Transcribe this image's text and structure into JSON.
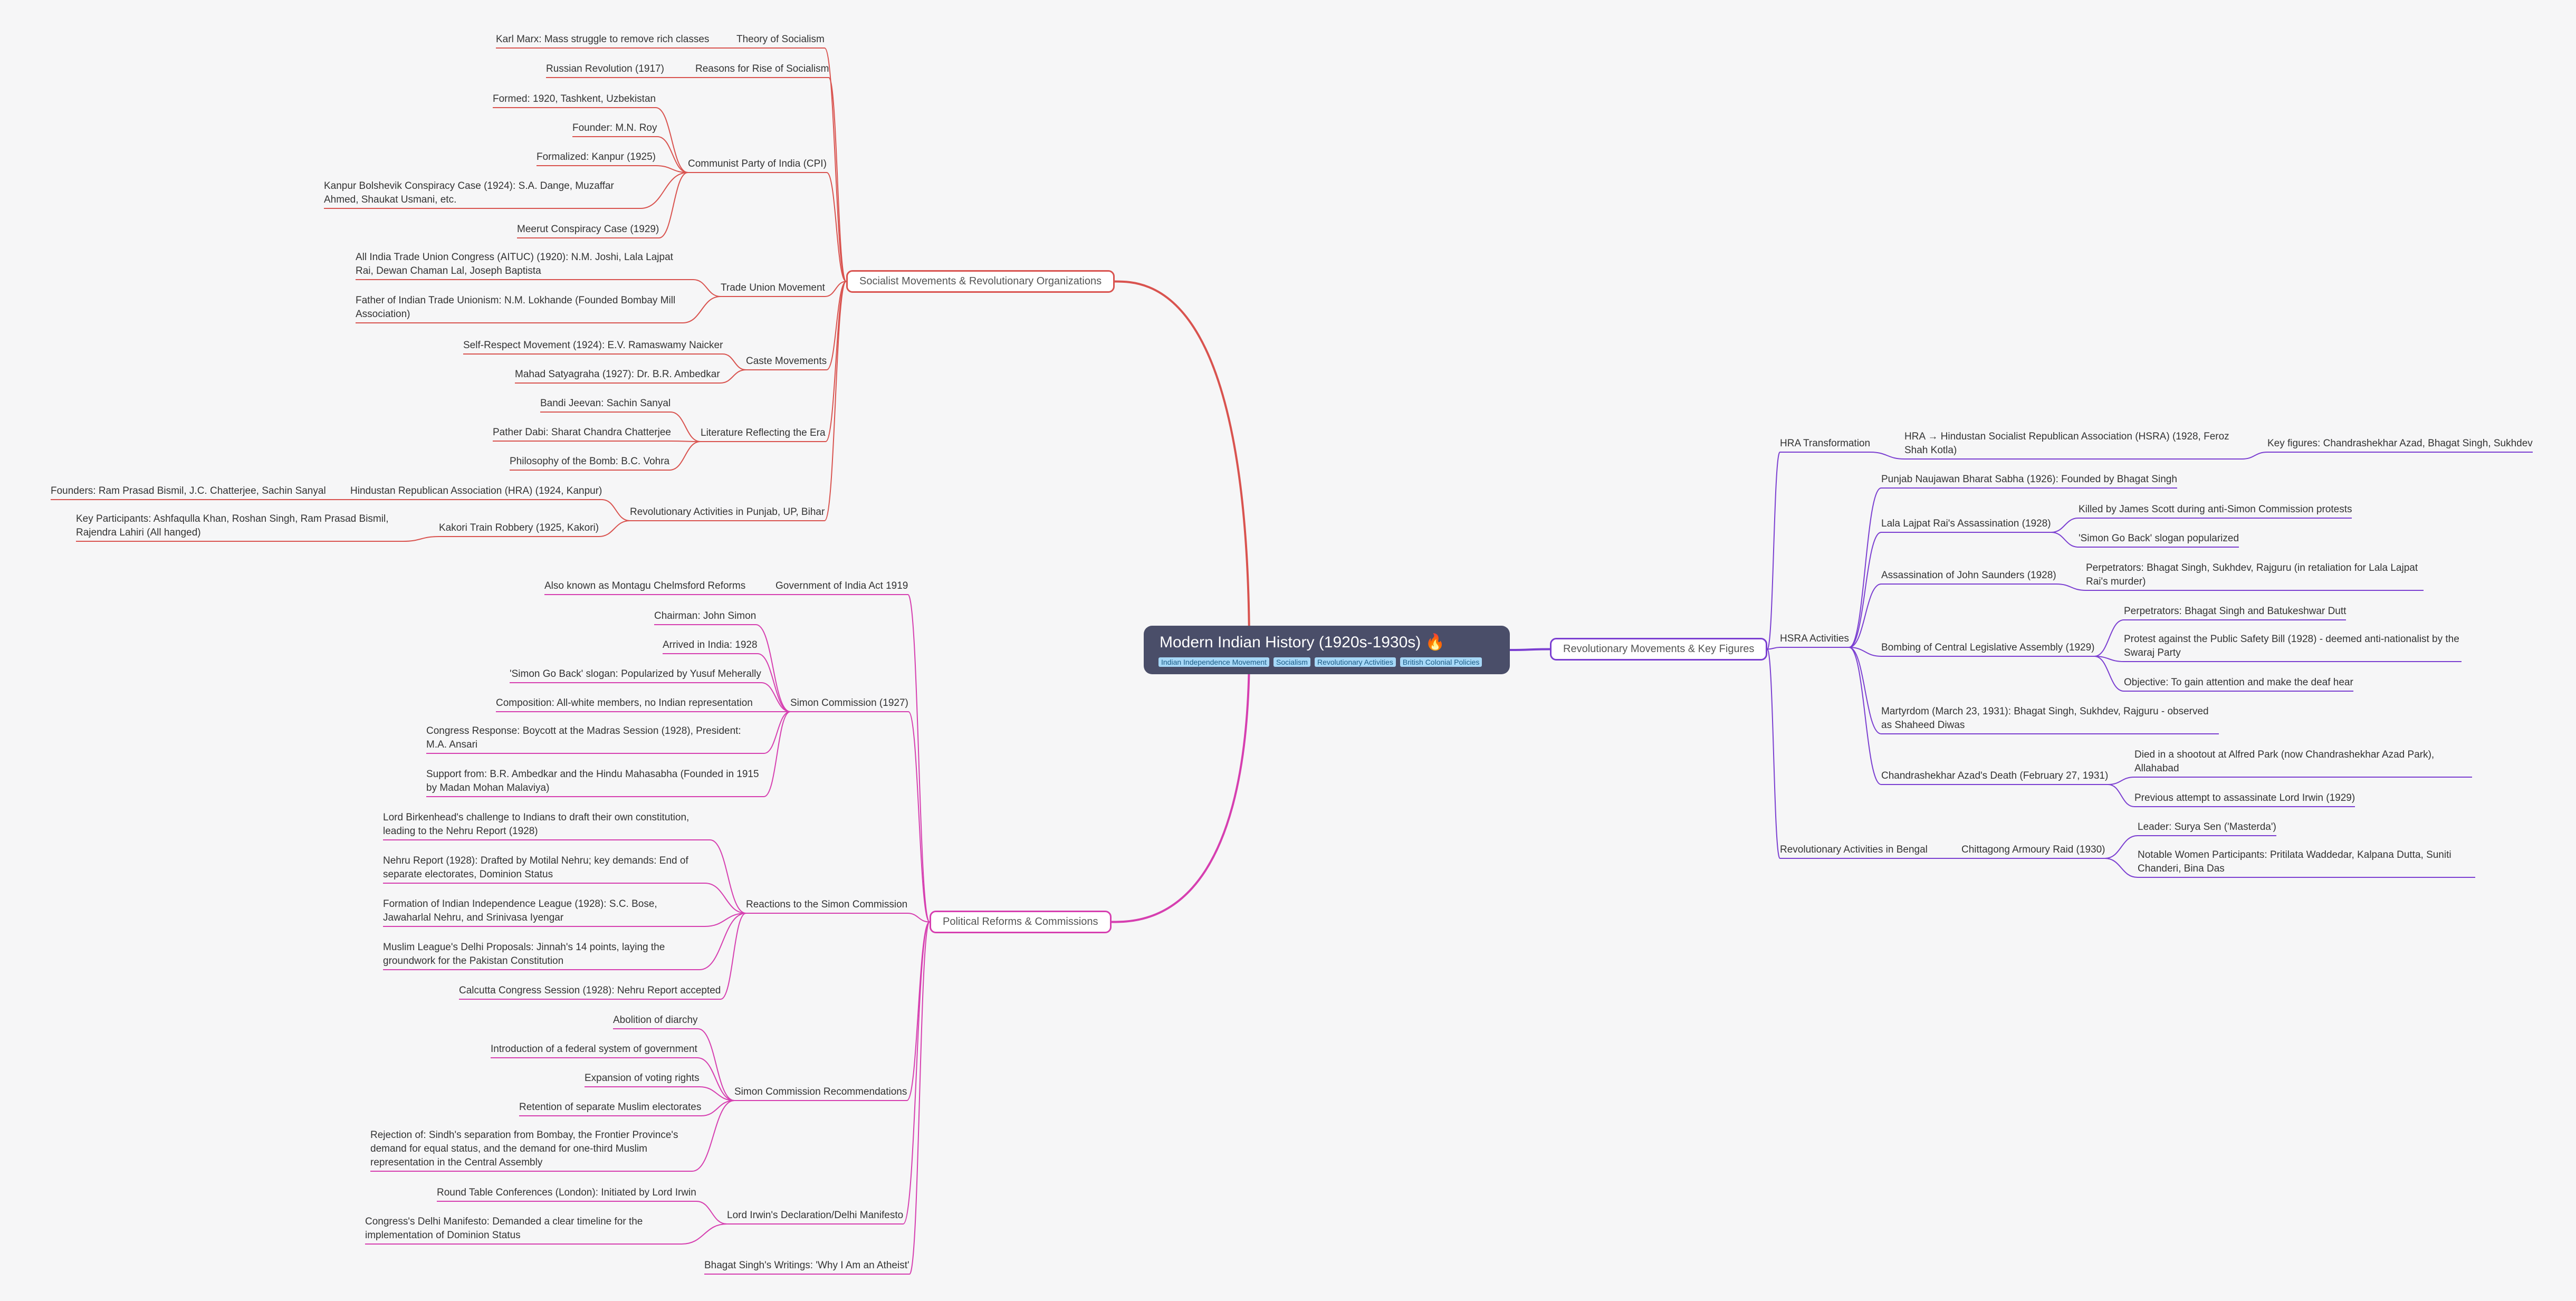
{
  "root": {
    "title": "Modern Indian History (1920s-1930s) 🔥",
    "tags": [
      "Indian Independence Movement",
      "Socialism",
      "Revolutionary Activities",
      "British Colonial Policies"
    ]
  },
  "colors": {
    "red": "#d9534f",
    "purple": "#7b3fd1",
    "pink": "#d63fb0",
    "root": "#4a4e69"
  },
  "branches": [
    {
      "id": "socialist",
      "label": "Socialist Movements & Revolutionary Organizations",
      "items": [
        {
          "label": "Theory of Socialism",
          "children": [
            "Karl Marx: Mass struggle to remove rich classes"
          ]
        },
        {
          "label": "Reasons for Rise of Socialism",
          "children": [
            "Russian Revolution (1917)"
          ]
        },
        {
          "label": "Communist Party of India (CPI)",
          "children": [
            "Formed: 1920, Tashkent, Uzbekistan",
            "Founder: M.N. Roy",
            "Formalized: Kanpur (1925)",
            "Kanpur Bolshevik Conspiracy Case (1924): S.A. Dange, Muzaffar Ahmed, Shaukat Usmani, etc.",
            "Meerut Conspiracy Case (1929)"
          ]
        },
        {
          "label": "Trade Union Movement",
          "children": [
            "All India Trade Union Congress (AITUC) (1920): N.M. Joshi, Lala Lajpat Rai, Dewan Chaman Lal, Joseph Baptista",
            "Father of Indian Trade Unionism: N.M. Lokhande (Founded Bombay Mill Association)"
          ]
        },
        {
          "label": "Caste Movements",
          "children": [
            "Self-Respect Movement (1924): E.V. Ramaswamy Naicker",
            "Mahad Satyagraha (1927): Dr. B.R. Ambedkar"
          ]
        },
        {
          "label": "Literature Reflecting the Era",
          "children": [
            "Bandi Jeevan: Sachin Sanyal",
            "Pather Dabi: Sharat Chandra Chatterjee",
            "Philosophy of the Bomb: B.C. Vohra"
          ]
        },
        {
          "label": "Revolutionary Activities in Punjab, UP, Bihar",
          "children": [
            {
              "label": "Hindustan Republican Association (HRA) (1924, Kanpur)",
              "children": [
                "Founders: Ram Prasad Bismil, J.C. Chatterjee, Sachin Sanyal"
              ]
            },
            {
              "label": "Kakori Train Robbery (1925, Kakori)",
              "children": [
                "Key Participants: Ashfaqulla Khan, Roshan Singh, Ram Prasad Bismil, Rajendra Lahiri (All hanged)"
              ]
            }
          ]
        }
      ]
    },
    {
      "id": "political",
      "label": "Political Reforms & Commissions",
      "items": [
        {
          "label": "Government of India Act 1919",
          "children": [
            "Also known as Montagu Chelmsford Reforms"
          ]
        },
        {
          "label": "Simon Commission (1927)",
          "children": [
            "Chairman: John Simon",
            "Arrived in India: 1928",
            "'Simon Go Back' slogan: Popularized by Yusuf Meherally",
            "Composition: All-white members, no Indian representation",
            "Congress Response: Boycott at the Madras Session (1928), President: M.A. Ansari",
            "Support from: B.R. Ambedkar and the Hindu Mahasabha (Founded in 1915 by Madan Mohan Malaviya)"
          ]
        },
        {
          "label": "Reactions to the Simon Commission",
          "children": [
            "Lord Birkenhead's challenge to Indians to draft their own constitution, leading to the Nehru Report (1928)",
            "Nehru Report (1928): Drafted by Motilal Nehru; key demands: End of separate electorates, Dominion Status",
            "Formation of Indian Independence League (1928): S.C. Bose, Jawaharlal Nehru, and Srinivasa Iyengar",
            "Muslim League's Delhi Proposals:  Jinnah's 14 points, laying the groundwork for the Pakistan Constitution",
            "Calcutta Congress Session (1928): Nehru Report accepted"
          ]
        },
        {
          "label": "Simon Commission Recommendations",
          "children": [
            "Abolition of diarchy",
            "Introduction of a federal system of government",
            "Expansion of voting rights",
            "Retention of separate Muslim electorates",
            "Rejection of: Sindh's separation from Bombay, the Frontier Province's demand for equal status, and the demand for one-third Muslim representation in the Central Assembly"
          ]
        },
        {
          "label": "Lord Irwin's Declaration/Delhi Manifesto",
          "children": [
            "Round Table Conferences (London): Initiated by Lord Irwin",
            "Congress's Delhi Manifesto:  Demanded a clear timeline for the implementation of Dominion Status"
          ]
        },
        {
          "label": "Bhagat Singh's Writings: 'Why I Am an Atheist'",
          "children": []
        }
      ]
    },
    {
      "id": "revolutionary",
      "label": "Revolutionary Movements & Key Figures",
      "items": [
        {
          "label": "HRA Transformation",
          "children": [
            {
              "label": "HRA → Hindustan Socialist Republican Association (HSRA) (1928, Feroz Shah Kotla)",
              "children": [
                "Key figures: Chandrashekhar Azad, Bhagat Singh, Sukhdev"
              ]
            }
          ]
        },
        {
          "label": "HSRA Activities",
          "children": [
            {
              "label": "Punjab Naujawan Bharat Sabha (1926): Founded by Bhagat Singh",
              "children": []
            },
            {
              "label": "Lala Lajpat Rai's Assassination (1928)",
              "children": [
                "Killed by James Scott during anti-Simon Commission protests",
                "'Simon Go Back' slogan popularized"
              ]
            },
            {
              "label": "Assassination of John Saunders (1928)",
              "children": [
                "Perpetrators: Bhagat Singh, Sukhdev, Rajguru (in retaliation for Lala Lajpat Rai's murder)"
              ]
            },
            {
              "label": "Bombing of Central Legislative Assembly (1929)",
              "children": [
                "Perpetrators: Bhagat Singh and Batukeshwar Dutt",
                "Protest against the Public Safety Bill (1928) - deemed anti-nationalist by the Swaraj Party",
                "Objective: To gain attention and make the deaf hear"
              ]
            },
            {
              "label": "Martyrdom (March 23, 1931): Bhagat Singh, Sukhdev, Rajguru - observed as Shaheed Diwas",
              "children": []
            },
            {
              "label": "Chandrashekhar Azad's Death (February 27, 1931)",
              "children": [
                "Died in a shootout at Alfred Park (now Chandrashekhar Azad Park), Allahabad",
                "Previous attempt to assassinate Lord Irwin (1929)"
              ]
            }
          ]
        },
        {
          "label": "Revolutionary Activities in Bengal",
          "children": [
            {
              "label": "Chittagong Armoury Raid (1930)",
              "children": [
                "Leader: Surya Sen ('Masterda')",
                "Notable Women Participants: Pritilata Waddedar, Kalpana Dutta, Suniti Chanderi, Bina Das"
              ]
            }
          ]
        }
      ]
    }
  ]
}
